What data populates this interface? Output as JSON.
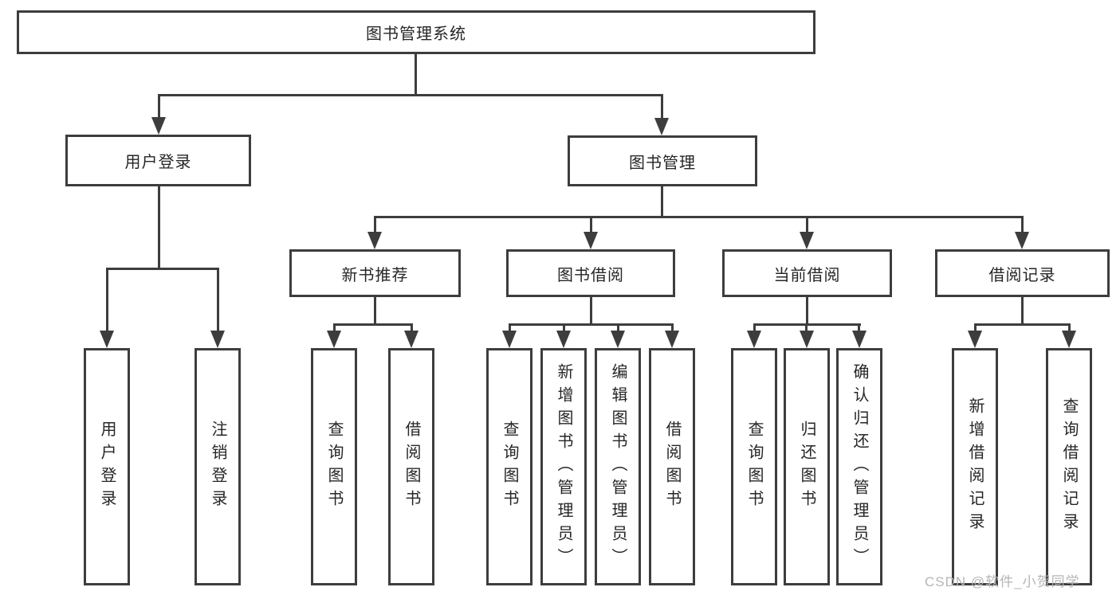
{
  "diagram_title": "图书管理系统",
  "nodes": {
    "root": {
      "label": "图书管理系统"
    },
    "branches": [
      {
        "label": "用户登录",
        "children": [
          {
            "label": "用户登录"
          },
          {
            "label": "注销登录"
          }
        ]
      },
      {
        "label": "图书管理",
        "children": [
          {
            "label": "新书推荐",
            "children": [
              {
                "label": "查询图书"
              },
              {
                "label": "借阅图书"
              }
            ]
          },
          {
            "label": "图书借阅",
            "children": [
              {
                "label": "查询图书"
              },
              {
                "label": "新增图书（管理员）"
              },
              {
                "label": "编辑图书（管理员）"
              },
              {
                "label": "借阅图书"
              }
            ]
          },
          {
            "label": "当前借阅",
            "children": [
              {
                "label": "查询图书"
              },
              {
                "label": "归还图书"
              },
              {
                "label": "确认归还（管理员）"
              }
            ]
          },
          {
            "label": "借阅记录",
            "children": [
              {
                "label": "新增借阅记录"
              },
              {
                "label": "查询借阅记录"
              }
            ]
          }
        ]
      }
    ]
  },
  "watermark": {
    "text": "CSDN @软件_小贺同学"
  },
  "colors": {
    "line": "#3d3d3d",
    "text": "#262626",
    "box_background": "#ffffff",
    "page_background": "#ffffff",
    "watermark": "#b5b5b5"
  }
}
